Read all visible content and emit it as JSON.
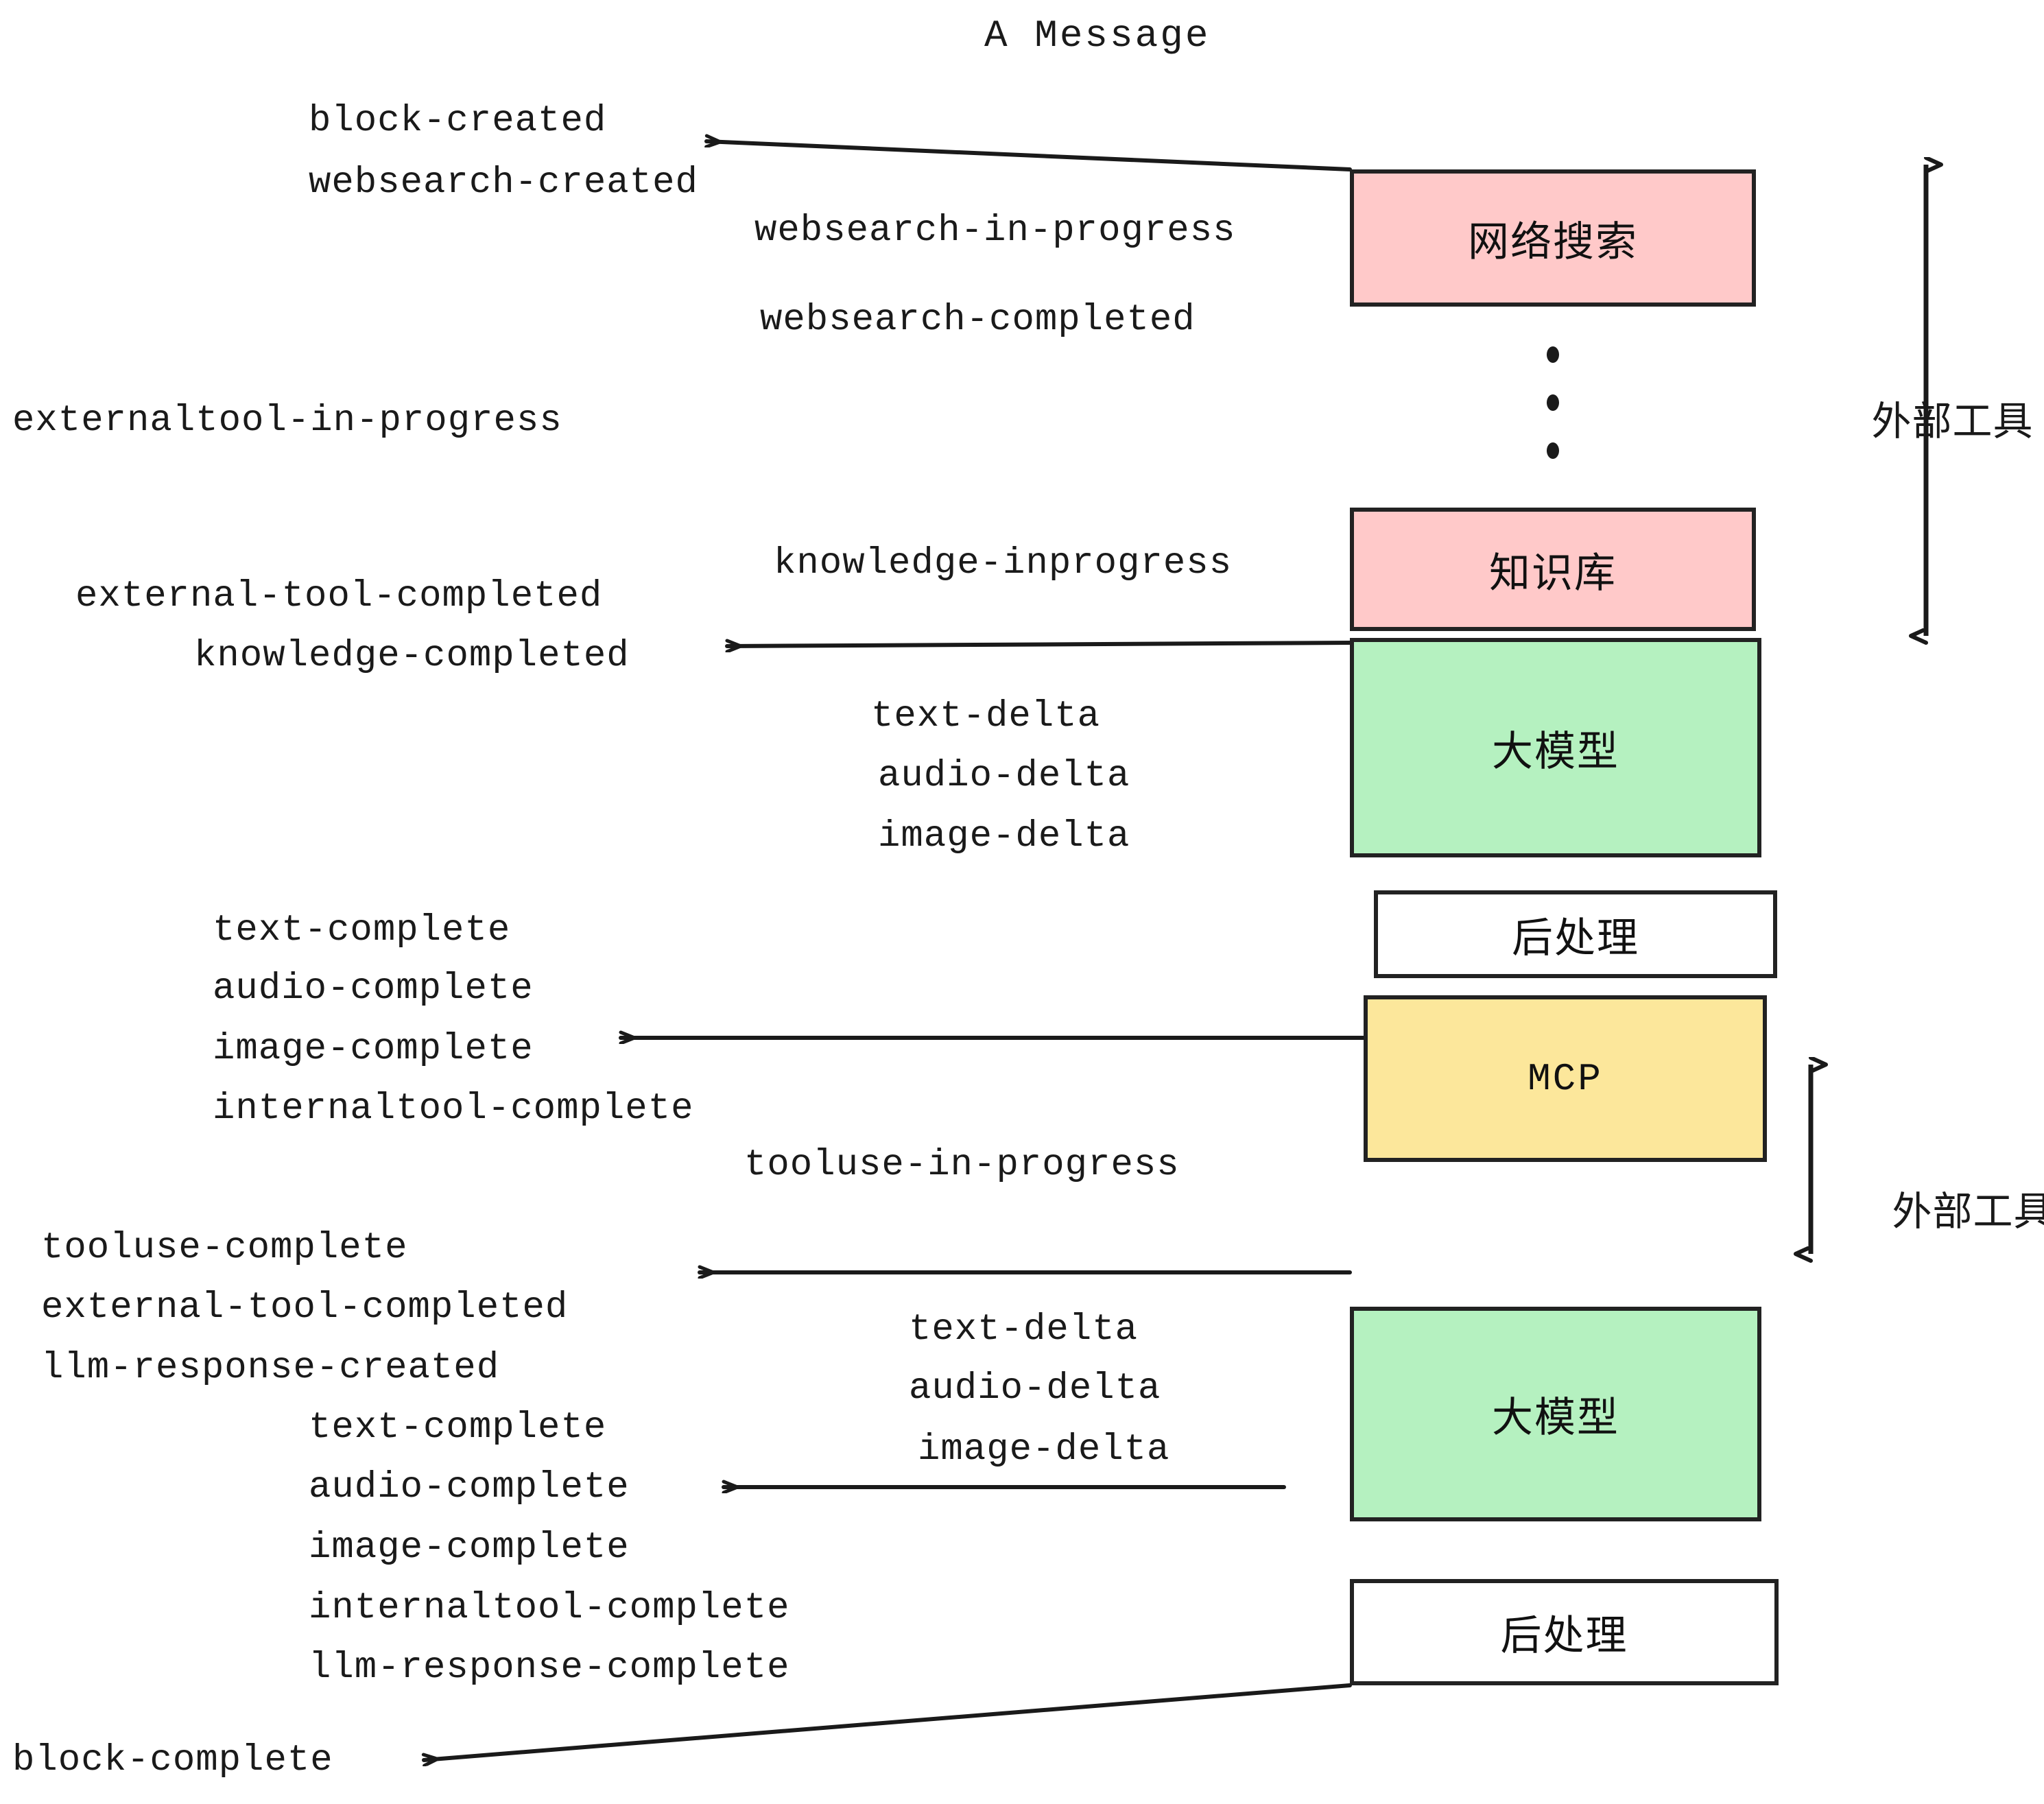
{
  "title": "A Message",
  "colors": {
    "pink": "#FFC9C9",
    "green": "#B5F1C0",
    "yellow": "#FCE79B",
    "white": "#FFFFFF",
    "stroke": "#222222",
    "text": "#1A1A1A"
  },
  "boxes": [
    {
      "id": "websearch",
      "label": "网络搜索",
      "fill": "#FFC9C9"
    },
    {
      "id": "knowledge",
      "label": "知识库",
      "fill": "#FFC9C9"
    },
    {
      "id": "llm-top",
      "label": "大模型",
      "fill": "#B5F1C0"
    },
    {
      "id": "postprocess-top",
      "label": "后处理",
      "fill": "#FFFFFF"
    },
    {
      "id": "mcp",
      "label": "MCP",
      "fill": "#FCE79B"
    },
    {
      "id": "llm-bottom",
      "label": "大模型",
      "fill": "#B5F1C0"
    },
    {
      "id": "postprocess-bottom",
      "label": "后处理",
      "fill": "#FFFFFF"
    }
  ],
  "side_annotations": [
    {
      "id": "external-tools-top",
      "label": "外部工具"
    },
    {
      "id": "external-tools-bottom",
      "label": "外部工具"
    }
  ],
  "events": [
    {
      "id": "block-created",
      "text": "block-created"
    },
    {
      "id": "websearch-created",
      "text": "websearch-created"
    },
    {
      "id": "websearch-in-progress",
      "text": "websearch-in-progress"
    },
    {
      "id": "websearch-completed",
      "text": "websearch-completed"
    },
    {
      "id": "externaltool-in-progress",
      "text": "externaltool-in-progress"
    },
    {
      "id": "knowledge-inprogress",
      "text": "knowledge-inprogress"
    },
    {
      "id": "external-tool-completed-1",
      "text": "external-tool-completed"
    },
    {
      "id": "knowledge-completed",
      "text": "knowledge-completed"
    },
    {
      "id": "text-delta-1",
      "text": "text-delta"
    },
    {
      "id": "audio-delta-1",
      "text": "audio-delta"
    },
    {
      "id": "image-delta-1",
      "text": "image-delta"
    },
    {
      "id": "text-complete-1",
      "text": "text-complete"
    },
    {
      "id": "audio-complete-1",
      "text": "audio-complete"
    },
    {
      "id": "image-complete-1",
      "text": "image-complete"
    },
    {
      "id": "internaltool-complete-1",
      "text": "internaltool-complete"
    },
    {
      "id": "tooluse-in-progress",
      "text": "tooluse-in-progress"
    },
    {
      "id": "tooluse-complete",
      "text": "tooluse-complete"
    },
    {
      "id": "external-tool-completed-2",
      "text": "external-tool-completed"
    },
    {
      "id": "llm-response-created",
      "text": "llm-response-created"
    },
    {
      "id": "text-delta-2",
      "text": "text-delta"
    },
    {
      "id": "audio-delta-2",
      "text": "audio-delta"
    },
    {
      "id": "image-delta-2",
      "text": "image-delta"
    },
    {
      "id": "text-complete-2",
      "text": "text-complete"
    },
    {
      "id": "audio-complete-2",
      "text": "audio-complete"
    },
    {
      "id": "image-complete-2",
      "text": "image-complete"
    },
    {
      "id": "internaltool-complete-2",
      "text": "internaltool-complete"
    },
    {
      "id": "llm-response-complete",
      "text": "llm-response-complete"
    },
    {
      "id": "block-complete",
      "text": "block-complete"
    }
  ]
}
